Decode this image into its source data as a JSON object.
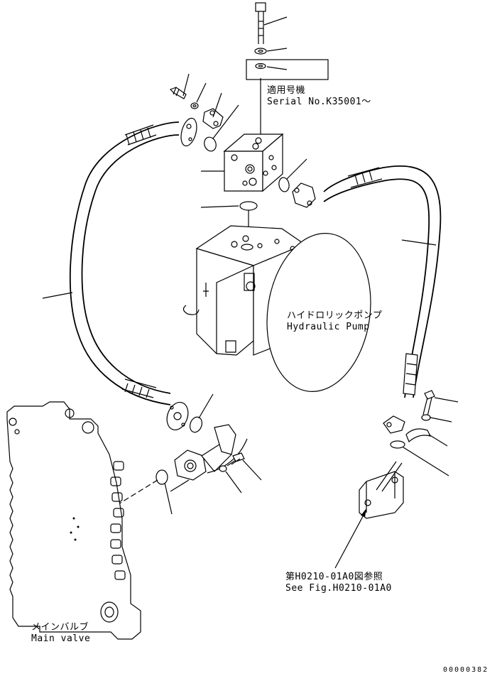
{
  "labels": {
    "serial_jp": "適用号機",
    "serial_en": "Serial No.K35001～",
    "pump_jp": "ハイドロリックポンプ",
    "pump_en": "Hydraulic Pump",
    "ref_jp": "第H0210-01A0図参照",
    "ref_en": "See Fig.H0210-01A0",
    "valve_jp": "メインバルブ",
    "valve_en": "Main valve",
    "figure_no": "00000382"
  }
}
